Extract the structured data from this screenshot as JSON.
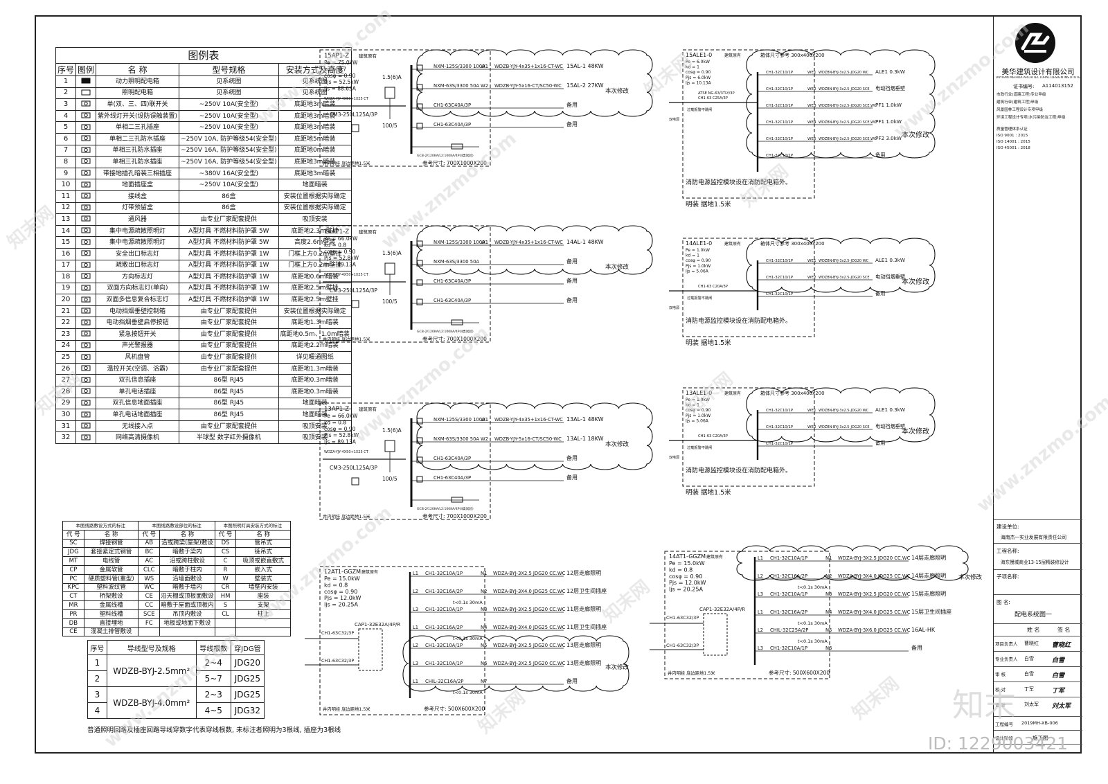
{
  "legend": {
    "title": "图例表",
    "headers": [
      "序号",
      "图例",
      "名 称",
      "型号规格",
      "安装方式及高度"
    ],
    "rows": [
      {
        "no": "1",
        "name": "动力照明配电箱",
        "spec": "见系统图",
        "install": "见系统图",
        "icon": "panel-icon"
      },
      {
        "no": "2",
        "name": "照明配电箱",
        "spec": "见系统图",
        "install": "见系统图",
        "icon": "panel-outline-icon"
      },
      {
        "no": "3",
        "name": "单(双、三、四)联开关",
        "spec": "~250V 10A(安全型)",
        "install": "底距地3m暗装",
        "icon": "switch-icon"
      },
      {
        "no": "4",
        "name": "紫外线灯开关(设防误触装置)",
        "spec": "~250V 10A(安全型)",
        "install": "底距地3m暗装",
        "icon": "uv-switch-icon"
      },
      {
        "no": "5",
        "name": "单相二三孔插座",
        "spec": "~250V 10A(安全型)",
        "install": "底距地3m暗装",
        "icon": "socket-icon"
      },
      {
        "no": "6",
        "name": "单相二三孔防水插座",
        "spec": "~250V 10A, 防护等级54(安全型)",
        "install": "底距地5m暗装",
        "icon": "waterproof-socket-icon"
      },
      {
        "no": "7",
        "name": "单相三孔防水插座",
        "spec": "~250V 16A, 防护等级54(安全型)",
        "install": "底距地0m暗装",
        "icon": "waterproof-socket-icon"
      },
      {
        "no": "8",
        "name": "单相三孔防水插座",
        "spec": "~250V 16A, 防护等级54(安全型)",
        "install": "底距地3m暗装",
        "icon": "waterproof-socket-icon"
      },
      {
        "no": "9",
        "name": "带接地插孔暗装三相插座",
        "spec": "~380V 16A(安全型)",
        "install": "底距地3m暗装",
        "icon": "three-phase-socket-icon"
      },
      {
        "no": "10",
        "name": "地面插座盒",
        "spec": "~250V 10A(安全型)",
        "install": "地面暗装",
        "icon": "floor-socket-icon"
      },
      {
        "no": "11",
        "name": "接线盒",
        "spec": "86盒",
        "install": "安装位置根据实际确定",
        "icon": "junction-box-icon"
      },
      {
        "no": "12",
        "name": "灯带预留盒",
        "spec": "86盒",
        "install": "安装位置根据实际确定",
        "icon": "light-strip-box-icon"
      },
      {
        "no": "13",
        "name": "通风器",
        "spec": "由专业厂家配套提供",
        "install": "吸顶安装",
        "icon": "ventilator-icon"
      },
      {
        "no": "14",
        "name": "集中电源疏散照明灯",
        "spec": "A型灯具 不燃材料防护罩 5W",
        "install": "底距地2.3m壁挂",
        "icon": "emergency-light-icon"
      },
      {
        "no": "15",
        "name": "集中电源疏散照明灯",
        "spec": "A型灯具 不燃材料防护罩 5W",
        "install": "高度2.6m壁装",
        "icon": "emergency-light-icon"
      },
      {
        "no": "16",
        "name": "安全出口标志灯",
        "spec": "A型灯具 不燃材料防护罩 1W",
        "install": "门框上方0.2m壁挂",
        "icon": "exit-sign-icon"
      },
      {
        "no": "17",
        "name": "疏散出口标志灯",
        "spec": "A型灯具 不燃材料防护罩 1W",
        "install": "门框上方0.2m壁挂",
        "icon": "exit-sign-icon"
      },
      {
        "no": "18",
        "name": "方向标志灯",
        "spec": "A型灯具 不燃材料防护罩 1W",
        "install": "底距地0.6m暗装",
        "icon": "direction-sign-icon"
      },
      {
        "no": "19",
        "name": "双面方向标志灯(单向)",
        "spec": "A型灯具 不燃材料防护罩 1W",
        "install": "底距地2.5m壁挂",
        "icon": "direction-sign-icon"
      },
      {
        "no": "20",
        "name": "双面多信息复合标志灯",
        "spec": "A型灯具 不燃材料防护罩 1W",
        "install": "底距地2.5m壁挂",
        "icon": "direction-sign-icon"
      },
      {
        "no": "21",
        "name": "电动挡烟垂壁控制箱",
        "spec": "由专业厂家配套提供",
        "install": "安装位置根据实际确定",
        "icon": "control-box-icon"
      },
      {
        "no": "22",
        "name": "电动挡烟垂壁启停按钮",
        "spec": "由专业厂家配套提供",
        "install": "底距地1.3m暗装",
        "icon": "push-button-icon"
      },
      {
        "no": "23",
        "name": "紧急按钮开关",
        "spec": "由专业厂家配套提供",
        "install": "底距地0.5m、1.0m暗装",
        "icon": "emergency-button-icon"
      },
      {
        "no": "24",
        "name": "声光警报器",
        "spec": "由专业厂家配套提供",
        "install": "底距地2.2m暗装",
        "icon": "alarm-icon"
      },
      {
        "no": "25",
        "name": "风机盘管",
        "spec": "由专业厂家配套提供",
        "install": "详见暖通图纸",
        "icon": "fan-coil-icon"
      },
      {
        "no": "26",
        "name": "温控开关(空调、浴霸)",
        "spec": "由专业厂家配套提供",
        "install": "底距地1.3m暗装",
        "icon": "thermostat-icon"
      },
      {
        "no": "27",
        "name": "双孔信息插座",
        "spec": "86型 RJ45",
        "install": "底距地0.3m暗装",
        "icon": "data-socket-icon"
      },
      {
        "no": "28",
        "name": "单孔电话插座",
        "spec": "86型 RJ45",
        "install": "底距地0.3m暗装",
        "icon": "phone-socket-icon"
      },
      {
        "no": "29",
        "name": "双孔信息地面插座",
        "spec": "86型 RJ45",
        "install": "地面暗装",
        "icon": "floor-data-socket-icon"
      },
      {
        "no": "30",
        "name": "单孔电话地面插座",
        "spec": "86型 RJ45",
        "install": "地面暗装",
        "icon": "floor-phone-socket-icon"
      },
      {
        "no": "31",
        "name": "无线接入点",
        "spec": "由专业厂家配套提供",
        "install": "吸顶安装",
        "icon": "wifi-ap-icon"
      },
      {
        "no": "32",
        "name": "网络高清摄像机",
        "spec": "半球型 数字红外摄像机",
        "install": "吸顶安装",
        "icon": "camera-icon"
      }
    ]
  },
  "abbr": {
    "groups": [
      "本图线路敷设方式的标注",
      "本图线路敷设部位的标注",
      "本图照明灯具安装方式的标注"
    ],
    "headers": [
      "代 号",
      "名 称",
      "代 号",
      "名 称",
      "代 号",
      "名 称"
    ],
    "rows": [
      [
        "SC",
        "焊接钢管",
        "AB",
        "沿或跨梁(屋架)敷设",
        "DS",
        "管吊式"
      ],
      [
        "JDG",
        "套接紧定式钢管",
        "BC",
        "暗敷于梁内",
        "CS",
        "链吊式"
      ],
      [
        "MT",
        "电线管",
        "AC",
        "沿或跨柱敷设",
        "C",
        "吸顶或嵌直敷式"
      ],
      [
        "CP",
        "金属软管",
        "CLC",
        "暗敷于柱内",
        "R",
        "嵌入式"
      ],
      [
        "PC",
        "硬质塑料管(重型)",
        "WS",
        "沿墙面敷设",
        "W",
        "壁装式"
      ],
      [
        "KPC",
        "塑料波纹管",
        "WC",
        "暗敷于墙内",
        "CR",
        "墙壁内安装"
      ],
      [
        "CT",
        "桥架敷设",
        "CE",
        "沿天棚或顶板面敷设",
        "HM",
        "座装"
      ],
      [
        "MR",
        "金属线槽",
        "CC",
        "暗敷于屋面或顶板内",
        "S",
        "支架"
      ],
      [
        "PR",
        "塑料线槽",
        "SCE",
        "吊顶内敷设",
        "CL",
        "柱上"
      ],
      [
        "DB",
        "直接埋地",
        "FC",
        "地板或地面下敷设",
        "",
        ""
      ],
      [
        "CE",
        "混凝土排管敷设",
        "",
        "",
        "",
        ""
      ]
    ]
  },
  "wire": {
    "headers": [
      "序号",
      "导线型号及规格",
      "导线根数",
      "穿JDG管"
    ],
    "groups": [
      {
        "no1": "1",
        "no2": "2",
        "type": "WDZB-BYJ-2.5mm²",
        "counts": [
          "2~4",
          "5~7"
        ],
        "pipes": [
          "JDG20",
          "JDG25"
        ]
      },
      {
        "no1": "3",
        "no2": "4",
        "type": "WDZB-BYJ-4.0mm²",
        "counts": [
          "2~3",
          "4~5"
        ],
        "pipes": [
          "JDG25",
          "JDG32"
        ]
      }
    ],
    "note": "普通照明回路及插座回路导线穿数字代表穿线根数, 未标注者照明为3根线, 插座为3根线"
  },
  "panels": [
    {
      "id": "15AP1-Z",
      "tag": "建筑原有",
      "params": [
        "Pe = 75.0kW",
        "kd = 0.7",
        "cosφ = 0.90",
        "Pjs = 52.5kW",
        "Ijs = 88.63A"
      ],
      "feeder": "CM3-250L125A/3P",
      "meter": "1.5(6)A",
      "ct": "100/5",
      "incoming": "WDZA-YJY-4X50+1X25 CT",
      "circuits": [
        {
          "breaker": "NXM-125S/3300 100A",
          "no": "W1",
          "cable": "WDZB-YJY-4x35+1x16-CT-WC",
          "load": "15AL-1 48KW"
        },
        {
          "breaker": "NXM-63S/3300 50A",
          "no": "W2",
          "cable": "WDZB-YJY-5x16-CT/SC50-WC",
          "load": "15AL-2 27KW"
        },
        {
          "breaker": "CH1-63C40A/3P",
          "no": "",
          "cable": "",
          "load": "备用"
        },
        {
          "breaker": "CH1-63C40A/3P",
          "no": "",
          "cable": "",
          "load": "备用"
        }
      ],
      "note": "本次修改",
      "spd": "GCB-2/120KA/L2:100KA/4P(II类试验)",
      "bottom": "参考尺寸: 700X1000X200",
      "install": "井内明挂 底边距地1.5米"
    },
    {
      "id": "14AP1-Z",
      "tag": "建筑原有",
      "params": [
        "Pe = 66.0kW",
        "kd = 0.8",
        "cosφ = 0.90",
        "Pjs = 52.8kW",
        "Ijs = 89.13A"
      ],
      "feeder": "CM3-250L125A/3P",
      "meter": "1.5(6)A",
      "ct": "100/5",
      "incoming": "WDZA-YJY-4X50+1X25 CT",
      "circuits": [
        {
          "breaker": "NXM-125S/3300 100A",
          "no": "W1",
          "cable": "WDZB-YJY-4x35+1x16-CT-WC",
          "load": "14AL-1 48KW"
        },
        {
          "breaker": "NXM-63S/3300 50A",
          "no": "",
          "cable": "",
          "load": "备用"
        },
        {
          "breaker": "CH1-63C40A/3P",
          "no": "",
          "cable": "",
          "load": "备用"
        },
        {
          "breaker": "CH1-63C40A/3P",
          "no": "",
          "cable": "",
          "load": "备用"
        }
      ],
      "note": "本次修改",
      "spd": "GCB-2/120KA/L2:100KA/4P(II类试验)",
      "bottom": "参考尺寸: 700X1000X200",
      "install": "井内明挂 底边距地1.5米"
    },
    {
      "id": "13AP1-Z",
      "tag": "建筑原有",
      "params": [
        "Pe = 66.0kW",
        "kd = 0.8",
        "cosφ = 0.90",
        "Pjs = 52.8kW",
        "Ijs = 89.13A"
      ],
      "feeder": "CM3-250L125A/3P",
      "meter": "1.5(6)A",
      "ct": "100/5",
      "incoming": "WDZA-YJY-4X50+1X25 CT",
      "circuits": [
        {
          "breaker": "NXM-125S/3300 100A",
          "no": "W1",
          "cable": "WDZB-YJY-4x35+1x16-CT-WC",
          "load": "13AL-1 48KW"
        },
        {
          "breaker": "NXM-63S/3300 50A",
          "no": "W2",
          "cable": "WDZB-YJY-5x16-CT/SC50-WC",
          "load": "13AL-1 18KW"
        },
        {
          "breaker": "CH1-63C40A/3P",
          "no": "",
          "cable": "",
          "load": "备用"
        },
        {
          "breaker": "CH1-63C40A/3P",
          "no": "",
          "cable": "",
          "load": "备用"
        }
      ],
      "note": "本次修改",
      "spd": "GCB-2/120KA/L2:100KA/4P(II类试验)",
      "bottom": "参考尺寸: 700X1000X200",
      "install": "井内明挂 底边距地1.5米"
    }
  ],
  "emergency_panels": [
    {
      "id": "15ALE1-0",
      "tag": "建筑原有",
      "size": "箱体尺寸参考 300x400x200",
      "params": [
        "Pe = 6.0kW",
        "kd = 1",
        "cosφ = 0.90",
        "Pjs = 6.0kW",
        "Ijs = 10.13A"
      ],
      "switch": "ATSE NG-63/3TLY/3P",
      "feeder": "CH1-63 C25A/3P",
      "input": "双电源",
      "circuits": [
        {
          "breaker": "CH1-32C10/1P",
          "no": "WE1",
          "cable": "WDZBN-BYJ-3x2.5-JDG20 WC",
          "load": "ALE1 0.3kW"
        },
        {
          "breaker": "CH1-32C10/1P",
          "no": "WE2",
          "cable": "WDZBN-BYJ-3x2.5-JDG20 SCE",
          "load": "电动挡烟垂壁"
        },
        {
          "breaker": "CH1-32C10/1P",
          "no": "WE3",
          "cable": "WDZBN-BYJ-3x2.5-JDG20 SCE,WC",
          "load": "PF1 1.0kW"
        },
        {
          "breaker": "CH1-32C10/1P",
          "no": "WE4",
          "cable": "WDZBN-BYJ-3x2.5-JDG20 SCE,WC",
          "load": "PF1 1.0kW"
        },
        {
          "breaker": "CH1-32C10/1P",
          "no": "WE5",
          "cable": "WDZBN-BYJ-3x2.5-JDG20 SCE,WC",
          "load": "PF2 3.0kW"
        },
        {
          "breaker": "CH1-32C10/1P",
          "no": "",
          "cable": "",
          "load": "备用"
        }
      ],
      "note": "本次修改",
      "note2": "消防电源监控模块设在消防配电箱外。",
      "install": "明装 据地1.5米",
      "extra": "过载报警不跳闸"
    },
    {
      "id": "14ALE1-0",
      "tag": "建筑原有",
      "size": "箱体尺寸参考 300x400x200",
      "params": [
        "Pe = 1.0kW",
        "kd = 1",
        "cosφ = 0.90",
        "Pjs = 1.0kW",
        "Ijs = 5.06A"
      ],
      "switch": "",
      "feeder": "CH1-63 C20A/3P",
      "input": "双电源",
      "circuits": [
        {
          "breaker": "CH1-32C10/1P",
          "no": "WE1",
          "cable": "WDZBN-BYJ-3x2.5-JDG20 WC",
          "load": "ALE1 0.3kW"
        },
        {
          "breaker": "CH1-32C10/1P",
          "no": "WE2",
          "cable": "WDZBN-BYJ-3x2.5-JDG20 SCE",
          "load": "电动挡烟垂壁"
        },
        {
          "breaker": "CH1-32C10/1P",
          "no": "",
          "cable": "",
          "load": "备用"
        }
      ],
      "note": "本次修改",
      "note2": "消防电源监控模块设在消防配电箱外。",
      "install": "明装 据地1.5米",
      "extra": "过载报警不跳闸"
    },
    {
      "id": "13ALE1-0",
      "tag": "建筑原有",
      "size": "箱体尺寸参考 300x400x200",
      "params": [
        "Pe = 1.0kW",
        "kd = 1",
        "cosφ = 0.90",
        "Pjs = 1.0kW",
        "Ijs = 5.06A"
      ],
      "switch": "",
      "feeder": "CH1-63 C20A/3P",
      "input": "双电源",
      "circuits": [
        {
          "breaker": "CH1-32C10/1P",
          "no": "WE1",
          "cable": "WDZBN-BYJ-3x2.5-JDG20 WC",
          "load": "ALE1 0.3kW"
        },
        {
          "breaker": "CH1-32C10/1P",
          "no": "WE2",
          "cable": "WDZBN-BYJ-3x2.5-JDG20 SCE",
          "load": "电动挡烟垂壁"
        },
        {
          "breaker": "CH1-32C10/1P",
          "no": "",
          "cable": "",
          "load": "备用"
        }
      ],
      "note": "本次修改",
      "note2": "消防电源监控模块设在消防配电箱外。",
      "install": "明装 据地1.5米",
      "extra": "过载报警不跳闸"
    }
  ],
  "lighting_panels": [
    {
      "id": "12AT1-GGZM",
      "tag": "建筑原有",
      "params": [
        "Pe = 15.0kW",
        "kd = 0.8",
        "cosφ = 0.90",
        "Pjs = 12.0kW",
        "Ijs = 20.25A"
      ],
      "ats": "CAP1-32E32A/4P/R",
      "in1": "CH1-63C32/3P",
      "in2": "CH1-63C32/3P",
      "circuits": [
        {
          "phase": "L1",
          "breaker": "CH1-32C10A/1P",
          "no": "N1",
          "cable": "WDZA-BYJ-3X2.5 JDG20 CC.WC",
          "load": "12层走廊照明",
          "rcd": ""
        },
        {
          "phase": "L2",
          "breaker": "CH1-32C16A/2P",
          "no": "N2",
          "cable": "WDZA-BYJ-3X4.0 JDG25 CC.WC",
          "load": "12层卫生间插座",
          "rcd": "t<0.1s 30mA"
        },
        {
          "phase": "L3",
          "breaker": "CH1-32C10A/1P",
          "no": "N3",
          "cable": "WDZA-BYJ-3X2.5 JDG20 CC.WC",
          "load": "11层走廊照明",
          "rcd": ""
        },
        {
          "phase": "L1",
          "breaker": "CH1-32C16A/2P",
          "no": "N4",
          "cable": "WDZA-BYJ-3X4.0 JDG25 CC.WC",
          "load": "11层卫生间插座",
          "rcd": "t<0.1s 30mA"
        },
        {
          "phase": "L2",
          "breaker": "CH1-32C10A/1P",
          "no": "N5",
          "cable": "WDZA-BYJ-3X2.5 JDG20 CC.WC",
          "load": "13层走廊照明",
          "rcd": ""
        },
        {
          "phase": "L3",
          "breaker": "CH1-32C10A/1P",
          "no": "N6",
          "cable": "WDZA-BYJ-3X2.5 JDG20 CC.WC",
          "load": "13层走廊照明",
          "rcd": ""
        },
        {
          "phase": "L1",
          "breaker": "CHIL-32C16A/2P",
          "no": "N7",
          "cable": "",
          "load": "备用",
          "rcd": "t<0.1s 30mA"
        }
      ],
      "note": "本次修改",
      "bottom": "参考尺寸: 500X600X200",
      "install": "井内明挂 底边距地1.5米"
    },
    {
      "id": "14AT1-GGZM",
      "tag": "建筑原有",
      "params": [
        "Pe = 15.0kW",
        "kd = 0.8",
        "cosφ = 0.90",
        "Pjs = 12.0kW",
        "Ijs = 20.25A"
      ],
      "ats": "CAP1-32E32A/4P/R",
      "in1": "CH1-63C32/3P",
      "in2": "CH1-63C32/3P",
      "circuits": [
        {
          "phase": "L1",
          "breaker": "CH1-32C10A/1P",
          "no": "N1",
          "cable": "WDZA-BYJ-3X2.5 JDG20 CC.WC",
          "load": "14层走廊照明",
          "rcd": ""
        },
        {
          "phase": "L2",
          "breaker": "CH1-32C16A/2P",
          "no": "N2",
          "cable": "WDZA-BYJ-3X4.0 JDG25 CC.WC",
          "load": "14层走廊照明",
          "rcd": "t<0.1s 30mA"
        },
        {
          "phase": "L3",
          "breaker": "CH1-32C10A/1P",
          "no": "N3",
          "cable": "WDZA-BYJ-3X2.5 JDG20 CC.WC",
          "load": "15层走廊照明",
          "rcd": ""
        },
        {
          "phase": "L1",
          "breaker": "CH1-32C16A/2P",
          "no": "N4",
          "cable": "WDZA-BYJ-3X4.0 JDG25 CC.WC",
          "load": "15层卫生间插座",
          "rcd": "t<0.1s 30mA"
        },
        {
          "phase": "L2",
          "breaker": "CHIL-32C25A/2P",
          "no": "N5",
          "cable": "WDZA-BYJ-3X6.0 JDG25 CC.WC",
          "load": "16AL-HK",
          "rcd": "t<0.1s 30mA"
        },
        {
          "phase": "L3",
          "breaker": "CH1-32C10A/1P",
          "no": "N6",
          "cable": "",
          "load": "备用",
          "rcd": ""
        }
      ],
      "note": "本次修改",
      "bottom": "参考尺寸: 500X600X200",
      "install": "井内明挂 底边距地1.5米"
    }
  ],
  "title_block": {
    "company": "美华建筑设计有限公司",
    "company_en": "TAIYUAN MEIHUA ARCHITECTURAL DESIGN INSTITUTE CO., LTD",
    "cert_label": "证书编号:",
    "cert": "A114013152",
    "quals": [
      "市政行业(道路工程)专业甲级",
      "建筑行业(建筑工程)甲级",
      "风景园林工程设计专项甲级",
      "环境工程设计专项(水污染防治工程)甲级"
    ],
    "iso_label": "质量管理体系认证",
    "iso": [
      "ISO 9001 : 2015",
      "ISO 14001 : 2015",
      "ISO 45001 : 2018"
    ],
    "client_label": "建设单位:",
    "client": "海南杰一实业发展有限责任公司",
    "project_label": "工程名称:",
    "project": "海东慢城商业13-15层精装修设计",
    "sub_label": "子项名称:",
    "drawing_label": "图 名:",
    "drawing": "配电系统图一",
    "sig_headers": [
      "姓 名",
      "签 名"
    ],
    "sigs": [
      {
        "role": "项目负责人",
        "name": "曹晓红",
        "sign": "曹晓红"
      },
      {
        "role": "专业负责人",
        "name": "白雪",
        "sign": "白雪"
      },
      {
        "role": "审 核",
        "name": "白雪",
        "sign": "白雪"
      },
      {
        "role": "校 对",
        "name": "丁军",
        "sign": "丁军"
      },
      {
        "role": "设 计",
        "name": "刘太军",
        "sign": "刘太军"
      }
    ],
    "proj_no_label": "工程编号",
    "proj_no": "2019MH-XB-006",
    "stage_label": "设计阶段",
    "stage": "施工图"
  },
  "watermarks": {
    "text": "www.znzmo.com",
    "brand": "知末网",
    "corner": "知末",
    "id": "ID: 1229003421"
  }
}
